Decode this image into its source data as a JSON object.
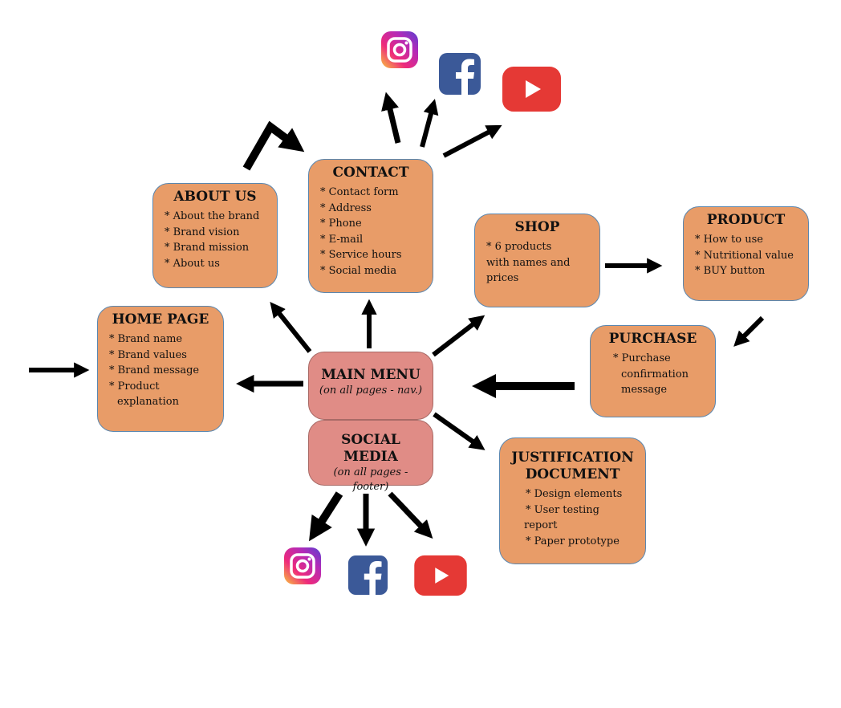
{
  "nodes": {
    "about_us": {
      "title": "ABOUT US",
      "items": [
        "* About the brand",
        "* Brand vision",
        "* Brand mission",
        "* About us"
      ]
    },
    "contact": {
      "title": "CONTACT",
      "items": [
        "* Contact form",
        "* Address",
        "* Phone",
        "* E-mail",
        "* Service hours",
        "* Social media"
      ]
    },
    "home_page": {
      "title": "HOME PAGE",
      "items": [
        "* Brand name",
        "* Brand values",
        "* Brand message",
        "* Product",
        "explanation"
      ]
    },
    "shop": {
      "title": "SHOP",
      "items": [
        "* 6 products",
        "with names and",
        "prices"
      ]
    },
    "product": {
      "title": "PRODUCT",
      "items": [
        "* How to use",
        "* Nutritional value",
        "* BUY button"
      ]
    },
    "purchase": {
      "title": "PURCHASE",
      "items": [
        "* Purchase",
        "confirmation",
        "message"
      ]
    },
    "justification": {
      "title_line1": "JUSTIFICATION",
      "title_line2": "DOCUMENT",
      "items": [
        "* Design elements",
        "* User testing",
        "report",
        "* Paper prototype"
      ]
    },
    "main_menu": {
      "title": "MAIN MENU",
      "subtitle": "(on all pages - nav.)"
    },
    "social_media": {
      "title": "SOCIAL MEDIA",
      "subtitle": "(on all pages - footer)"
    }
  },
  "icons": [
    "instagram-icon",
    "facebook-icon",
    "youtube-icon"
  ],
  "colors": {
    "orange_box": "#e89c68",
    "pink_box": "#e08c86",
    "box_border": "#5a87b0",
    "arrow": "#000000",
    "facebook": "#3b5998",
    "youtube": "#e53935"
  }
}
